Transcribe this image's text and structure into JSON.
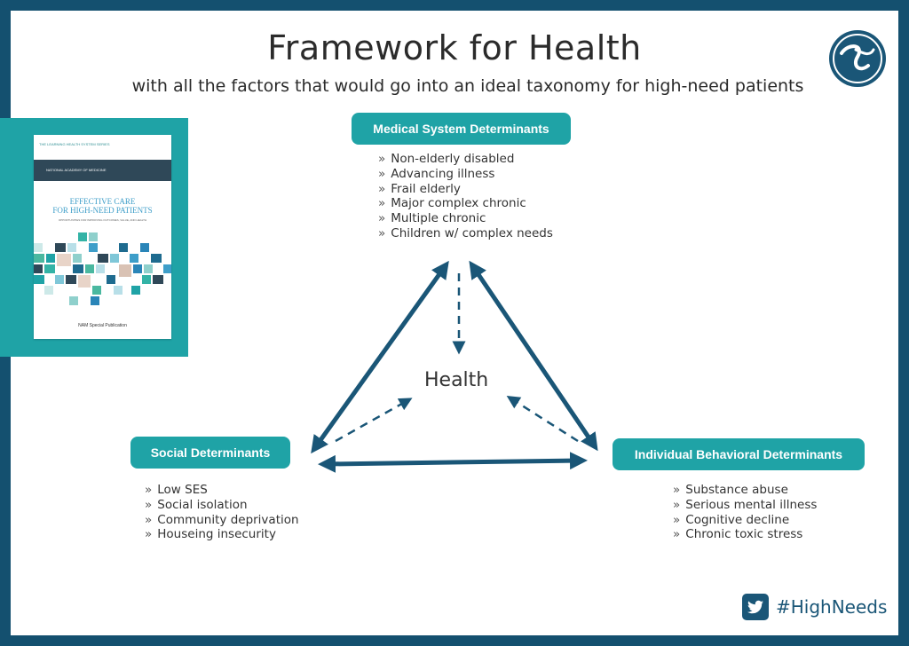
{
  "title": "Framework for Health",
  "subtitle": "with all the factors that would go into an ideal taxonomy for high-need patients",
  "book": {
    "series": "THE LEARNING HEALTH SYSTEM SERIES",
    "publisher": "NATIONAL ACADEMY OF MEDICINE",
    "title_line1": "EFFECTIVE CARE",
    "title_line2": "FOR HIGH-NEED PATIENTS",
    "subtitle": "OPPORTUNITIES FOR IMPROVING OUTCOMES, VALUE, AND HEALTH",
    "footer": "NAM Special Publication"
  },
  "nodes": {
    "medical": {
      "label": "Medical System Determinants",
      "items": [
        "Non-elderly disabled",
        "Advancing illness",
        "Frail elderly",
        "Major complex chronic",
        "Multiple chronic",
        "Children w/ complex needs"
      ]
    },
    "social": {
      "label": "Social Determinants",
      "items": [
        "Low SES",
        "Social isolation",
        "Community deprivation",
        "Houseing insecurity"
      ]
    },
    "individual": {
      "label": "Individual Behavioral Determinants",
      "items": [
        "Substance abuse",
        "Serious mental illness",
        "Cognitive decline",
        "Chronic toxic stress"
      ]
    }
  },
  "center_label": "Health",
  "hashtag": "#HighNeeds",
  "colors": {
    "frame": "#14506f",
    "pill": "#1fa3a6",
    "arrow": "#1a5677"
  }
}
